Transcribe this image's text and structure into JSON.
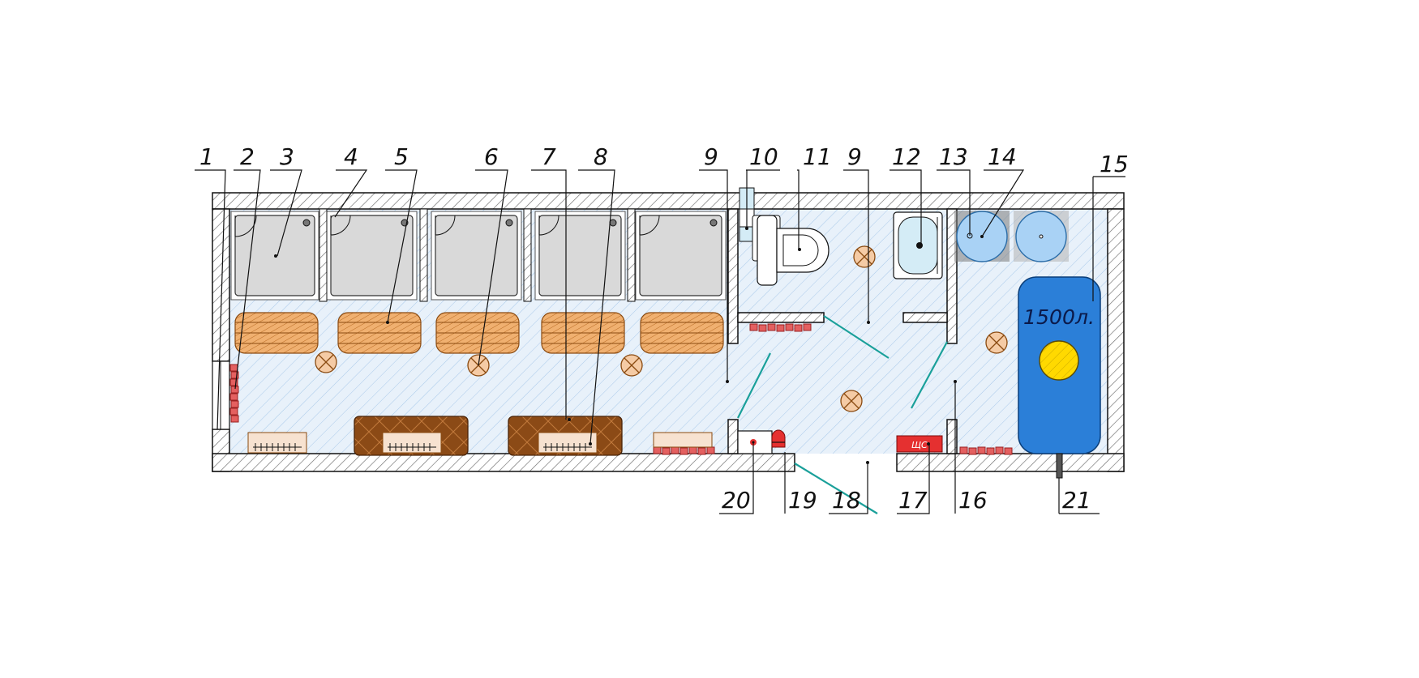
{
  "callouts": [
    {
      "id": "c1",
      "label": "1"
    },
    {
      "id": "c2",
      "label": "2"
    },
    {
      "id": "c3",
      "label": "3"
    },
    {
      "id": "c4",
      "label": "4"
    },
    {
      "id": "c5",
      "label": "5"
    },
    {
      "id": "c6",
      "label": "6"
    },
    {
      "id": "c7",
      "label": "7"
    },
    {
      "id": "c8",
      "label": "8"
    },
    {
      "id": "c9a",
      "label": "9"
    },
    {
      "id": "c10",
      "label": "10"
    },
    {
      "id": "c11",
      "label": "11"
    },
    {
      "id": "c9b",
      "label": "9"
    },
    {
      "id": "c12",
      "label": "12"
    },
    {
      "id": "c13",
      "label": "13"
    },
    {
      "id": "c14",
      "label": "14"
    },
    {
      "id": "c15",
      "label": "15"
    },
    {
      "id": "c20",
      "label": "20"
    },
    {
      "id": "c19",
      "label": "19"
    },
    {
      "id": "c18",
      "label": "18"
    },
    {
      "id": "c17",
      "label": "17"
    },
    {
      "id": "c16",
      "label": "16"
    },
    {
      "id": "c21",
      "label": "21"
    }
  ],
  "tank": {
    "volume_label": "1500л."
  },
  "panel": {
    "label": "ЩС"
  },
  "colors": {
    "wall_hatch": "#6d6d6d",
    "floor_hatch": "#9fc3e6",
    "floor_base": "#e8f1fa",
    "shower_tray": "#d9d9d9",
    "bench_wood": "#f0b070",
    "sofa": "#8b4a16",
    "heater": "#f7e2d0",
    "radiator": "#e46060",
    "lamp": "#f5cba5",
    "tank": "#2b7fd8",
    "tank_hatch": "#ffd900",
    "basin": "#a9d2f5",
    "panel": "#e53030",
    "door_swing": "#1aa09a"
  }
}
